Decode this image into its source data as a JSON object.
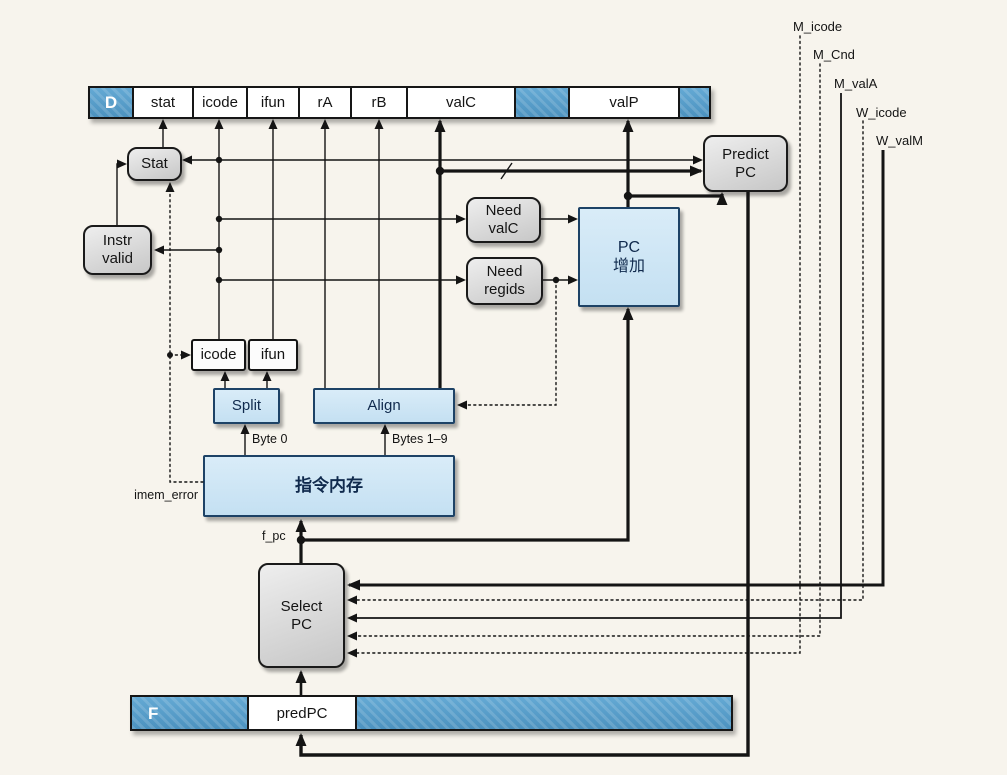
{
  "d_register": {
    "tag": "D",
    "fields": {
      "stat": "stat",
      "icode": "icode",
      "ifun": "ifun",
      "rA": "rA",
      "rB": "rB",
      "valC": "valC",
      "valP": "valP"
    }
  },
  "f_register": {
    "tag": "F",
    "predpc": "predPC"
  },
  "blocks": {
    "stat": "Stat",
    "instr_valid": "Instr\nvalid",
    "need_valc": "Need\nvalC",
    "need_regids": "Need\nregids",
    "pc_increment": "PC\n增加",
    "predict_pc": "Predict\nPC",
    "icode": "icode",
    "ifun": "ifun",
    "split": "Split",
    "align": "Align",
    "instruction_memory": "指令内存",
    "select_pc": "Select\nPC"
  },
  "wire_labels": {
    "byte0": "Byte 0",
    "bytes1_9": "Bytes 1–9",
    "imem_error": "imem_error",
    "f_pc": "f_pc",
    "m_icode": "M_icode",
    "m_cnd": "M_Cnd",
    "m_vala": "M_valA",
    "w_icode": "W_icode",
    "w_valm": "W_valM"
  },
  "colors": {
    "background": "#f7f4ed",
    "register_blue": "#5aa3cd",
    "block_blue_fill": "#cfe7f6",
    "block_blue_border": "#1d4266",
    "block_gray_fill": "#d9d9d9",
    "wire": "#141414"
  }
}
